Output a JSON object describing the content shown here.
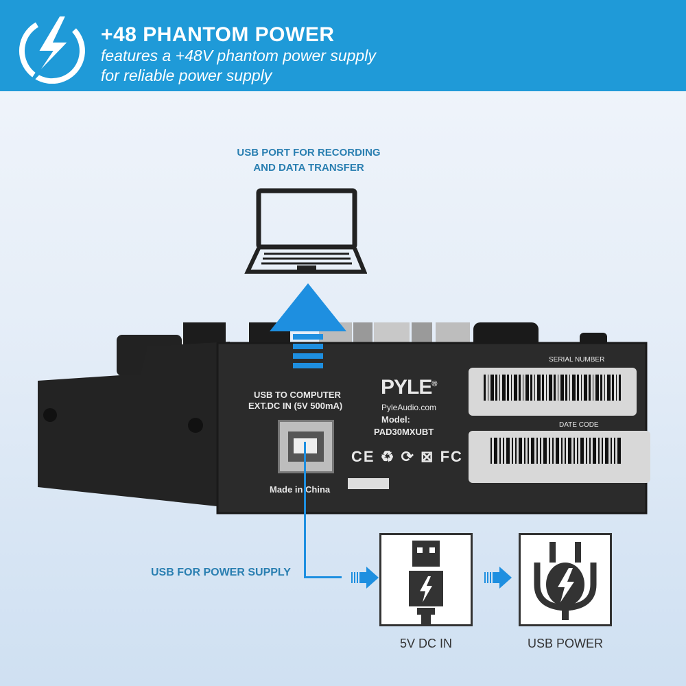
{
  "banner": {
    "icon": "lightning-circle-icon",
    "title": "+48 PHANTOM POWER",
    "subtitle_line1": "features a +48V phantom power supply",
    "subtitle_line2": "for reliable power supply",
    "color": "#1f9ad8"
  },
  "callouts": {
    "usb_recording_line1": "USB PORT FOR RECORDING",
    "usb_recording_line2": "AND DATA TRANSFER",
    "usb_power": "USB FOR POWER SUPPLY",
    "accent": "#2a7fb1",
    "arrow_color": "#1e8fe0"
  },
  "device_panel": {
    "usb_label_line1": "USB TO COMPUTER",
    "usb_label_line2": "EXT.DC IN (5V 500mA)",
    "brand": "PYLE",
    "brand_mark": "®",
    "website": "PyleAudio.com",
    "model_label": "Model:",
    "model": "PAD30MXUBT",
    "certifications": [
      "CE",
      "recycle",
      "green-dot",
      "weee",
      "FC"
    ],
    "origin": "Made in China",
    "serial_label": "SERIAL NUMBER",
    "date_label": "DATE CODE"
  },
  "flow": {
    "step1_caption": "5V DC IN",
    "step1_icon": "usb-cable-icon",
    "step2_caption": "USB POWER",
    "step2_icon": "power-plug-icon"
  }
}
